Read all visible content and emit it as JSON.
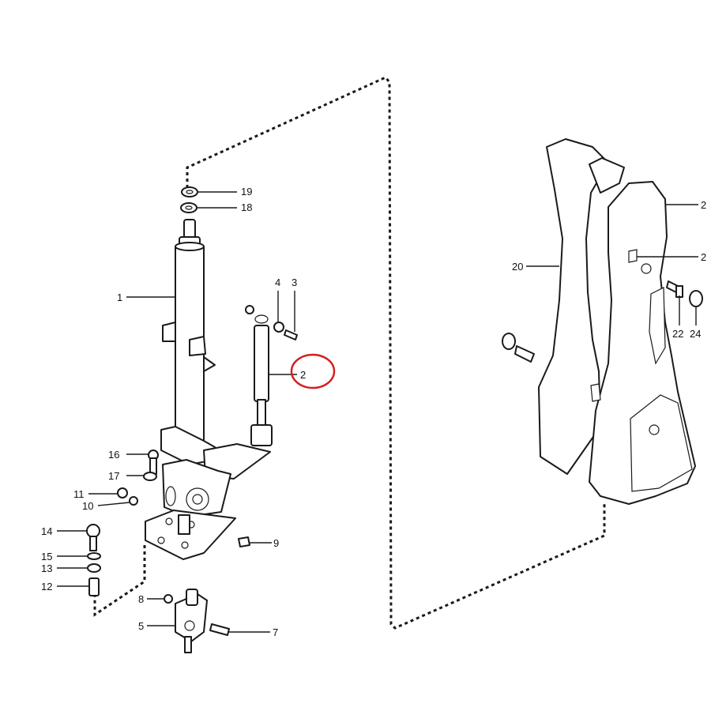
{
  "callouts": [
    {
      "id": "c19",
      "text": "19"
    },
    {
      "id": "c18",
      "text": "18"
    },
    {
      "id": "c1",
      "text": "1"
    },
    {
      "id": "c4",
      "text": "4"
    },
    {
      "id": "c3",
      "text": "3"
    },
    {
      "id": "c2a",
      "text": "2"
    },
    {
      "id": "c16",
      "text": "16"
    },
    {
      "id": "c17",
      "text": "17"
    },
    {
      "id": "c11",
      "text": "11"
    },
    {
      "id": "c10",
      "text": "10"
    },
    {
      "id": "c14",
      "text": "14"
    },
    {
      "id": "c15",
      "text": "15"
    },
    {
      "id": "c13",
      "text": "13"
    },
    {
      "id": "c12",
      "text": "12"
    },
    {
      "id": "c9",
      "text": "9"
    },
    {
      "id": "c8",
      "text": "8"
    },
    {
      "id": "c5",
      "text": "5"
    },
    {
      "id": "c7",
      "text": "7"
    },
    {
      "id": "c20",
      "text": "20"
    },
    {
      "id": "c2b",
      "text": "2"
    },
    {
      "id": "c2c",
      "text": "2"
    },
    {
      "id": "c22",
      "text": "22"
    },
    {
      "id": "c24",
      "text": "24"
    }
  ],
  "highlight": {
    "part": "2",
    "color": "#d42020"
  }
}
